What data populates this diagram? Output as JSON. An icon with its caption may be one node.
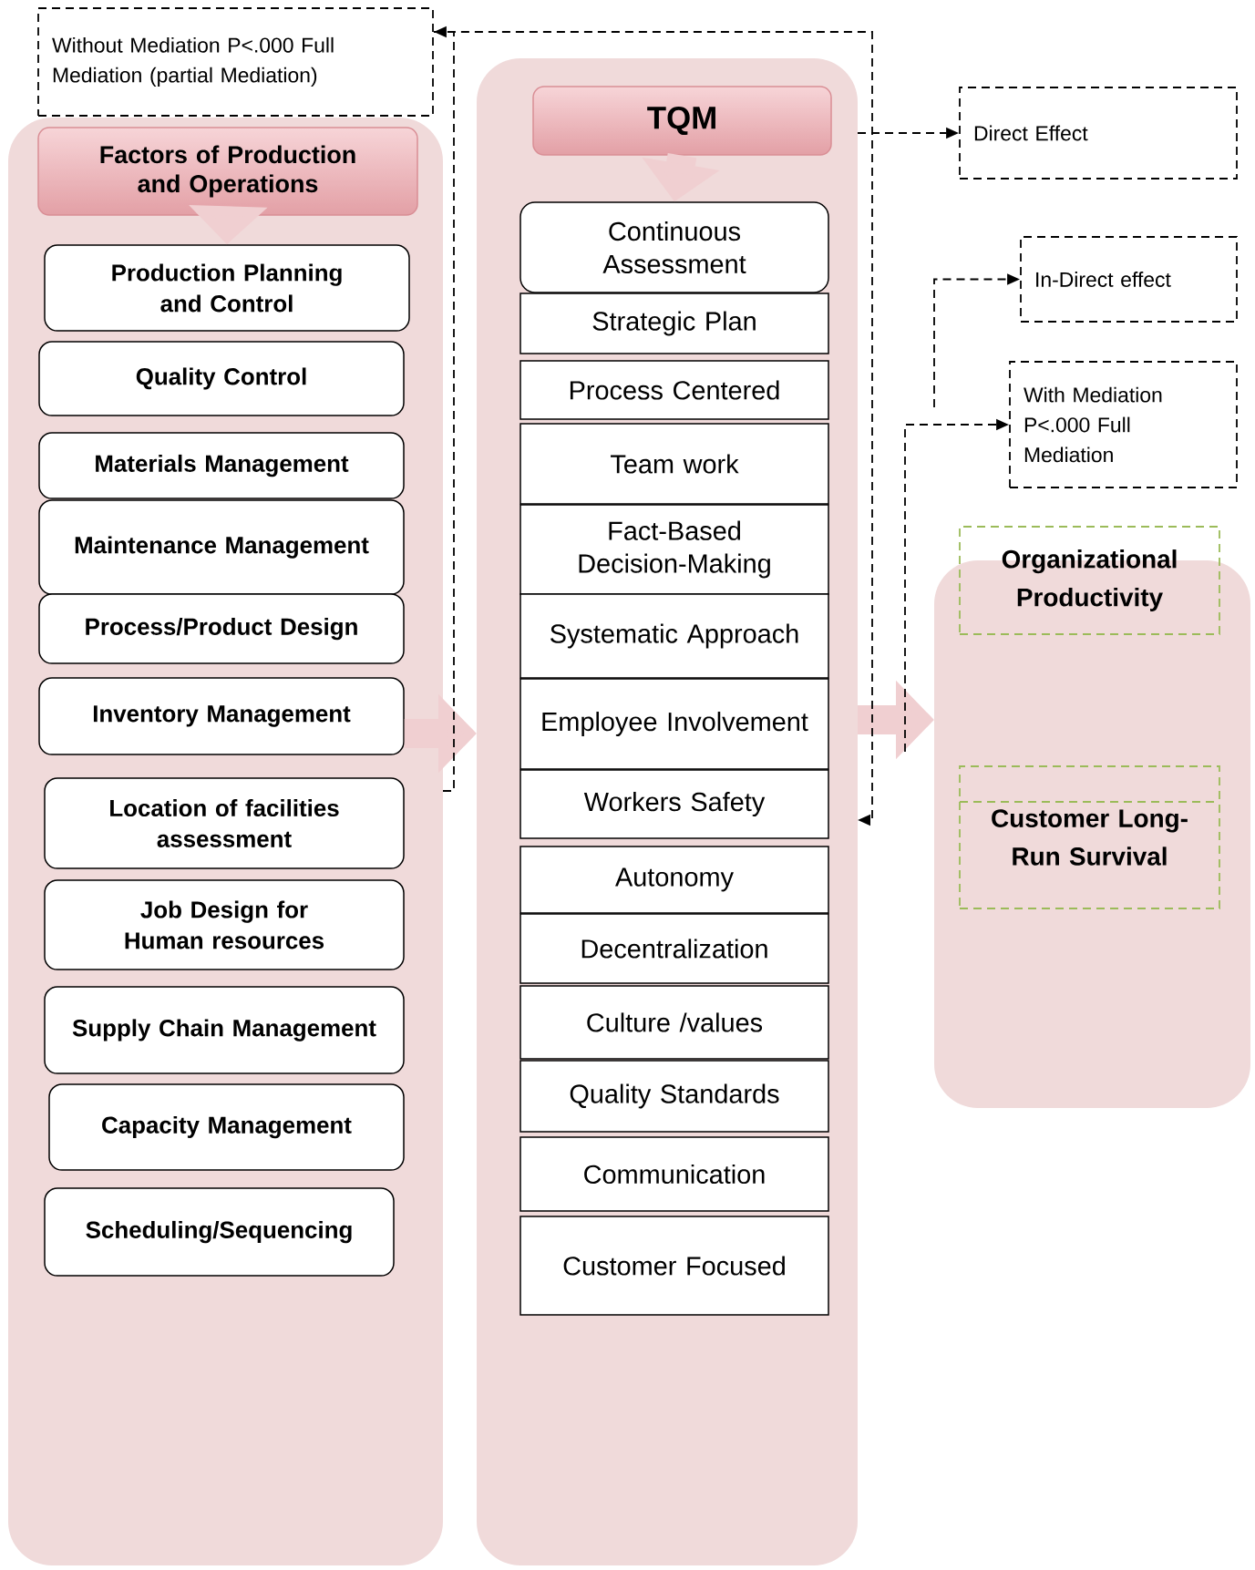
{
  "diagram": {
    "nodes": [
      {
        "text": [
          "Without Mediation P<.000 Full Mediation (partial Mediation)"
        ]
      },
      {
        "text": [],
        "shape": "box"
      },
      {
        "text": [
          "Factors of Production and Operations"
        ],
        "in": 1
      },
      {
        "text": [
          "Production Planning and Control"
        ],
        "in": 1
      },
      {
        "text": [
          "Quality Control"
        ],
        "in": 1
      },
      {
        "text": [
          "Materials Management"
        ],
        "in": 1
      },
      {
        "text": [
          "Maintenance Management"
        ],
        "in": 1
      },
      {
        "text": [
          "Process/Product Design"
        ],
        "in": 1
      },
      {
        "text": [
          "Inventory Management"
        ],
        "in": 1
      },
      {
        "text": [
          "Location of facilities assessment"
        ],
        "in": 1
      },
      {
        "text": [
          "Job Design for Human resources"
        ],
        "in": 1
      },
      {
        "text": [
          "Supply Chain Management"
        ],
        "in": 1
      },
      {
        "text": [
          "Capacity Management"
        ],
        "in": 1
      },
      {
        "text": [
          "Scheduling/Sequencing"
        ],
        "in": 1
      },
      {
        "text": [],
        "shape": "box"
      },
      {
        "text": [
          "TQM"
        ],
        "in": 14
      },
      {
        "text": [
          "Continuous Assessment"
        ],
        "in": 14
      },
      {
        "text": [
          "Strategic Plan"
        ],
        "in": 14
      },
      {
        "text": [
          "Process Centered"
        ],
        "in": 14
      },
      {
        "text": [
          "Team work"
        ],
        "in": 14
      },
      {
        "text": [
          "Fact-Based Decision-Making"
        ],
        "in": 14
      },
      {
        "text": [
          "Systematic Approach"
        ],
        "in": 14
      },
      {
        "text": [
          "Employee Involvement"
        ],
        "in": 14
      },
      {
        "text": [
          "Workers Safety"
        ],
        "in": 14
      },
      {
        "text": [
          "Autonomy"
        ],
        "in": 14
      },
      {
        "text": [
          "Decentralization"
        ],
        "in": 14
      },
      {
        "text": [
          "Culture /values"
        ],
        "in": 14
      },
      {
        "text": [
          "Quality Standards"
        ],
        "in": 14
      },
      {
        "text": [
          "Communication"
        ],
        "in": 14
      },
      {
        "text": [
          "Customer Focused"
        ],
        "in": 14
      },
      {
        "text": [
          "Direct Effect"
        ]
      },
      {
        "text": [
          "In-Direct effect"
        ]
      },
      {
        "text": [
          "With Mediation P<.000 Full Mediation"
        ]
      },
      {
        "text": [],
        "shape": "box"
      },
      {
        "text": [
          "Organizational Productivity"
        ]
      },
      {
        "text": [
          "Customer Long-Run Survival"
        ],
        "in": 33
      }
    ],
    "edges": [
      {
        "from": 8,
        "to": 14,
        "arrow": "to",
        "style": "thick",
        "color": "#f0cfd1"
      },
      {
        "from": 14,
        "to": 33,
        "arrow": "to",
        "style": "thick",
        "color": "#f0cfd1"
      },
      {
        "from": 2,
        "to": 3,
        "arrow": "to",
        "style": "thick",
        "color": "#f0cfd1"
      },
      {
        "from": 15,
        "to": 16,
        "arrow": "to",
        "style": "thick",
        "color": "#f0cfd1"
      },
      {
        "from": 1,
        "to": 0,
        "arrow": "to",
        "style": "dashed"
      },
      {
        "from": 0,
        "to": 14,
        "arrow": "to",
        "style": "dashed"
      },
      {
        "from": 14,
        "to": 30,
        "arrow": "to",
        "style": "dashed"
      },
      {
        "from": null,
        "to": 31,
        "arrow": "to",
        "style": "dashed"
      },
      {
        "from": null,
        "to": 32,
        "arrow": "to",
        "style": "dashed"
      }
    ]
  }
}
